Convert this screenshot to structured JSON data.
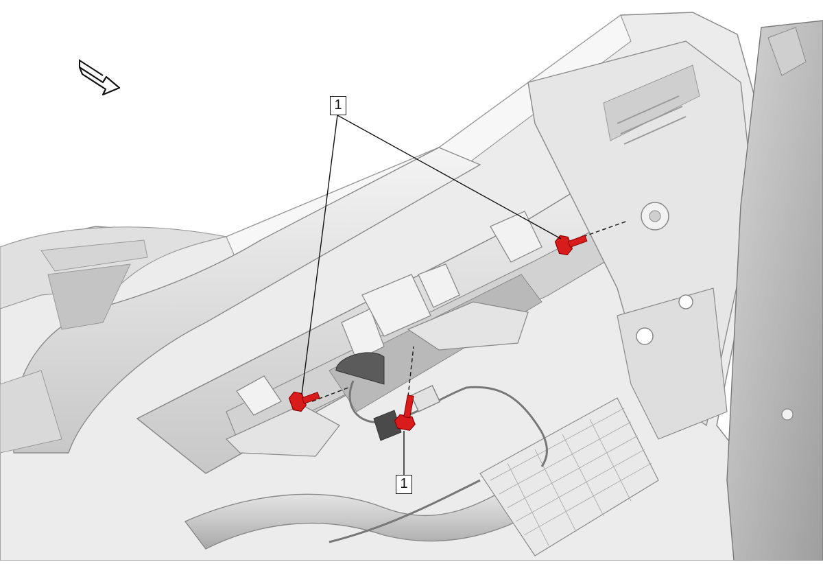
{
  "diagram": {
    "callouts": [
      {
        "id": "callout-top",
        "label": "1"
      },
      {
        "id": "callout-bottom",
        "label": "1"
      }
    ],
    "colors": {
      "fastener": "#d81b1b",
      "part_fill": "#e6e6e6",
      "part_shade": "#c9c9c9",
      "outline": "#8a8a8a",
      "leader": "#111111"
    },
    "icons": [
      "direction-arrow-icon",
      "bolt-icon"
    ]
  }
}
